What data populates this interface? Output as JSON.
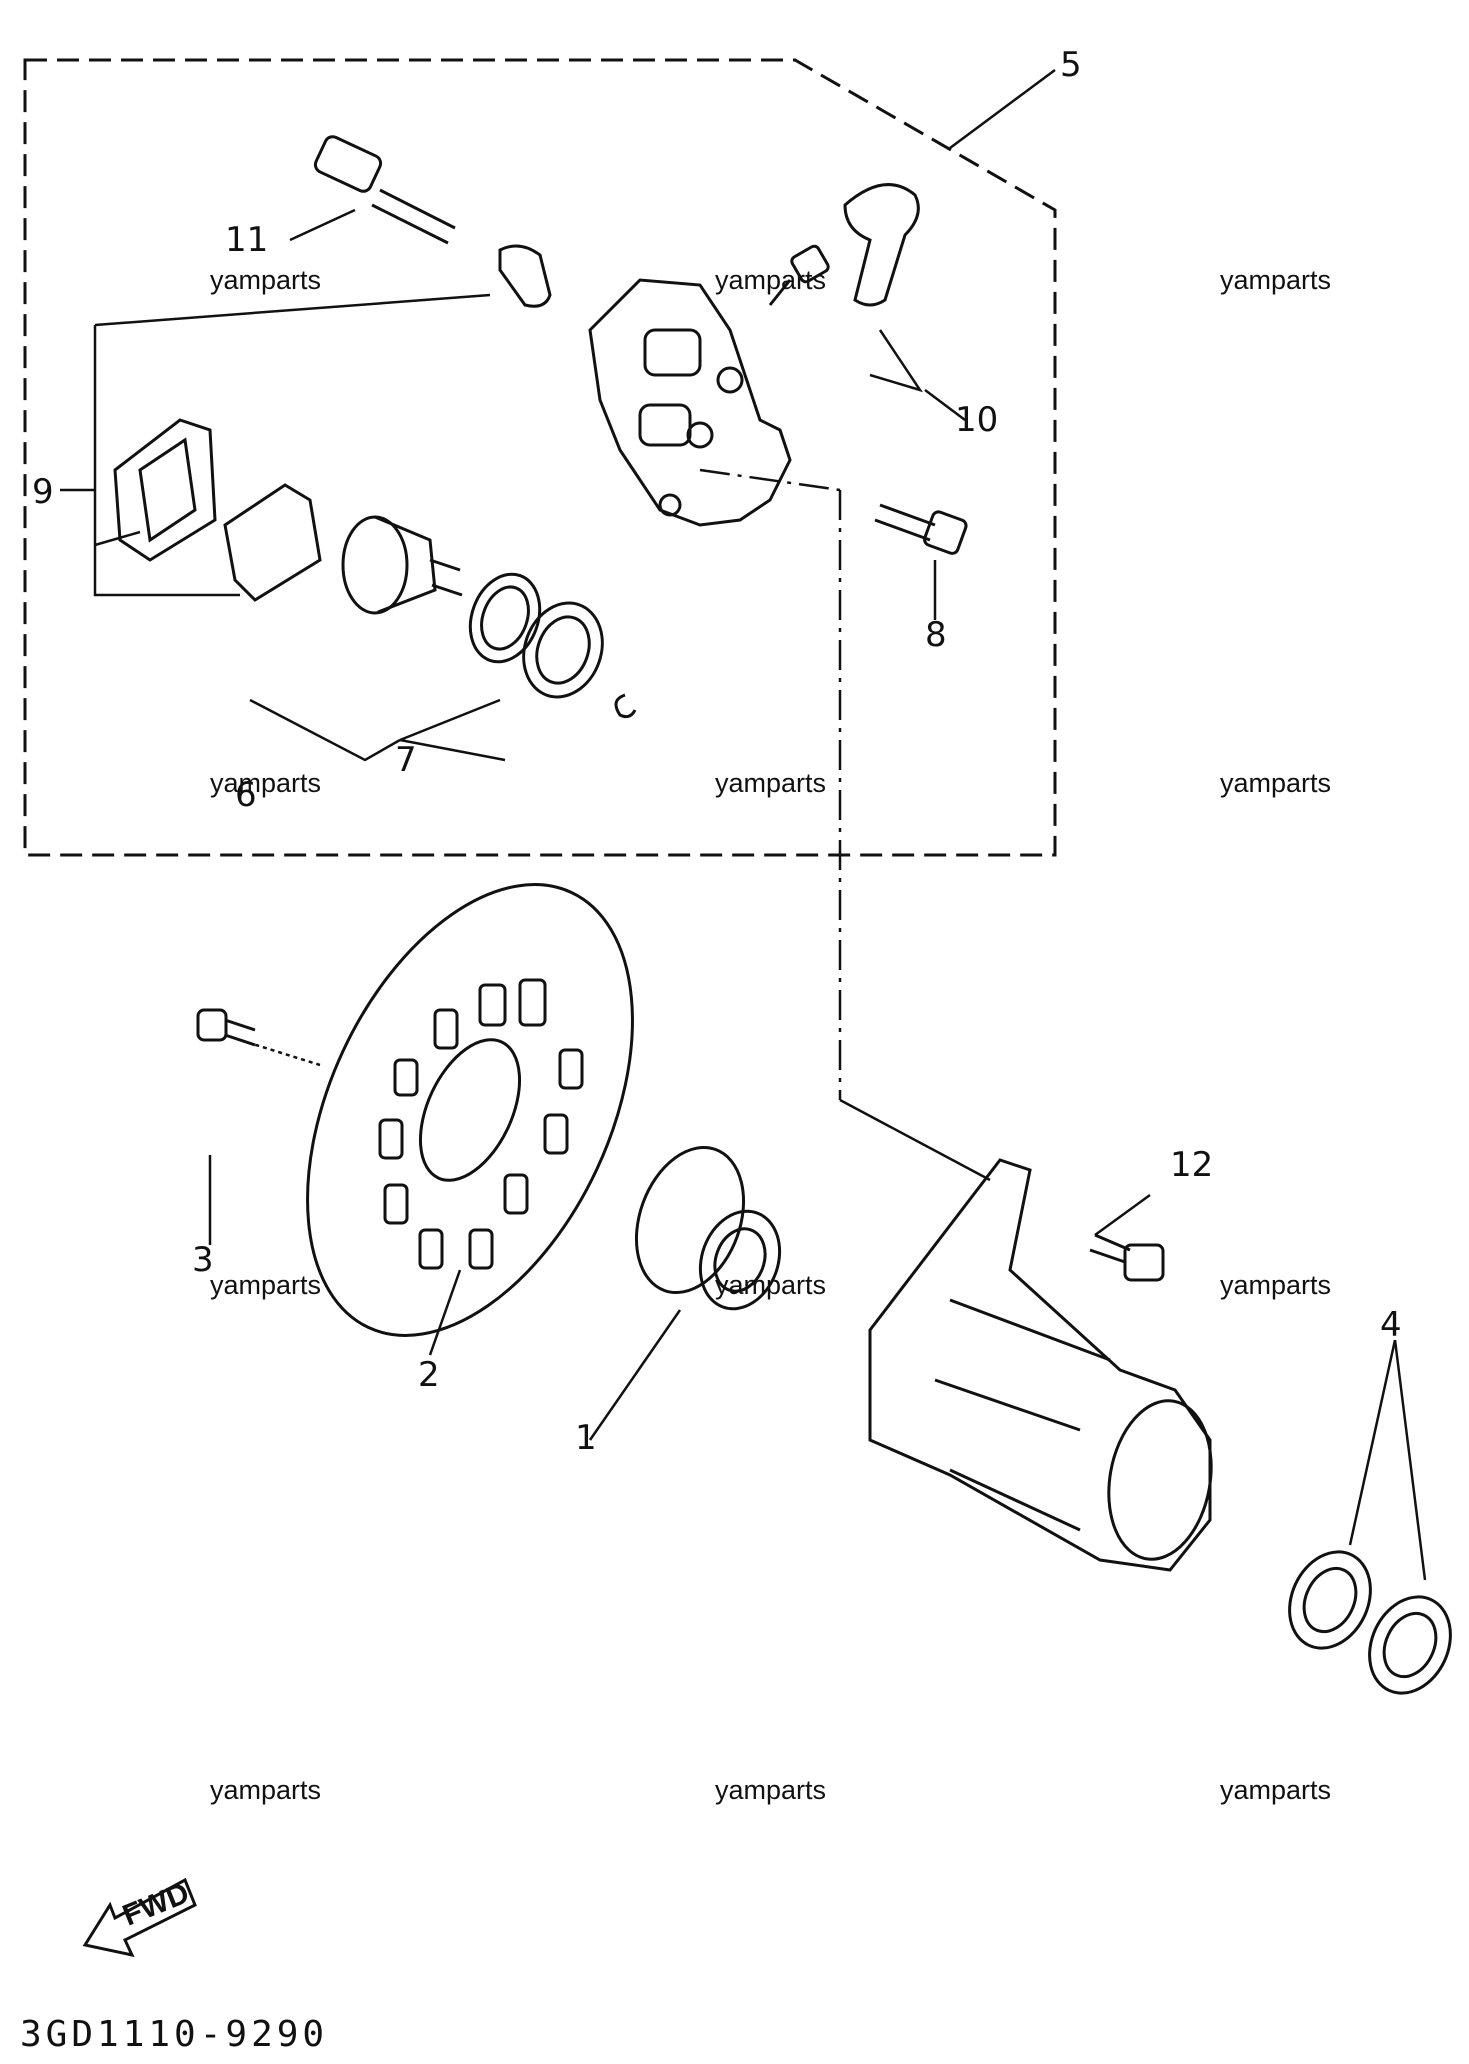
{
  "diagram": {
    "callouts": {
      "c1": "1",
      "c2": "2",
      "c3": "3",
      "c4": "4",
      "c5": "5",
      "c6": "6",
      "c7": "7",
      "c8": "8",
      "c9": "9",
      "c10": "10",
      "c11": "11",
      "c12": "12"
    },
    "watermark": "yamparts",
    "fwd_label": "FWD",
    "part_code": "3GD1110-9290"
  }
}
